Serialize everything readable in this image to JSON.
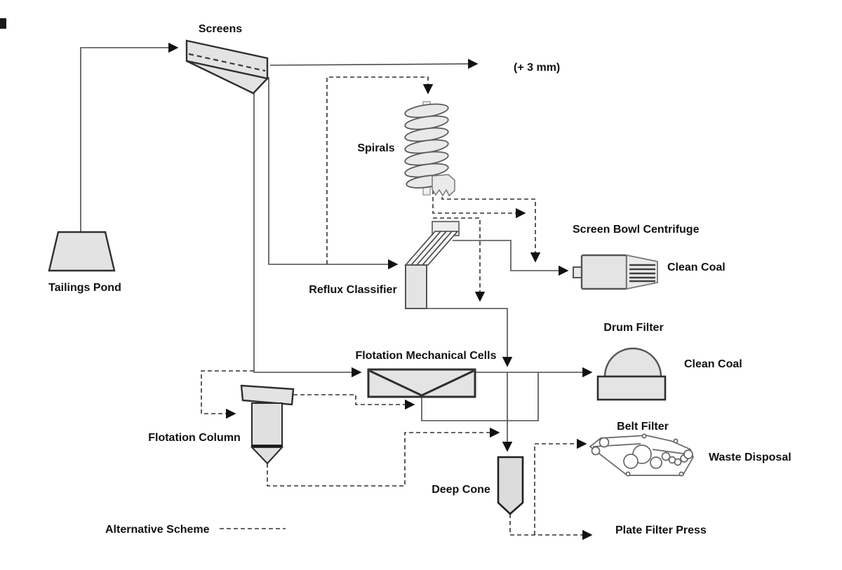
{
  "diagram": {
    "type": "process-flow",
    "nodes": {
      "screens": {
        "label": "Screens"
      },
      "tailings_pond": {
        "label": "Tailings Pond"
      },
      "spirals": {
        "label": "Spirals"
      },
      "reflux_classifier": {
        "label": "Reflux Classifier"
      },
      "screen_bowl_centrifuge": {
        "label": "Screen Bowl Centrifuge"
      },
      "flotation_mechanical_cells": {
        "label": "Flotation Mechanical Cells"
      },
      "flotation_column": {
        "label": "Flotation Column"
      },
      "drum_filter": {
        "label": "Drum Filter"
      },
      "belt_filter": {
        "label": "Belt Filter"
      },
      "deep_cone": {
        "label": "Deep Cone"
      },
      "plate_filter_press": {
        "label": "Plate Filter Press"
      }
    },
    "stream_labels": {
      "oversize": "(+ 3 mm)",
      "centrifuge_product": "Clean Coal",
      "drum_filter_product": "Clean Coal",
      "belt_filter_product": "Waste Disposal"
    },
    "legend": {
      "label": "Alternative Scheme",
      "line_style": "dashed"
    },
    "colors": {
      "background": "#ffffff",
      "shape_fill": "#e3e3e3",
      "shape_stroke": "#2f2f2f",
      "machine_stroke": "#666666",
      "flow_line": "#4d4d4d",
      "dashed_line": "#333333",
      "text": "#111111"
    }
  }
}
